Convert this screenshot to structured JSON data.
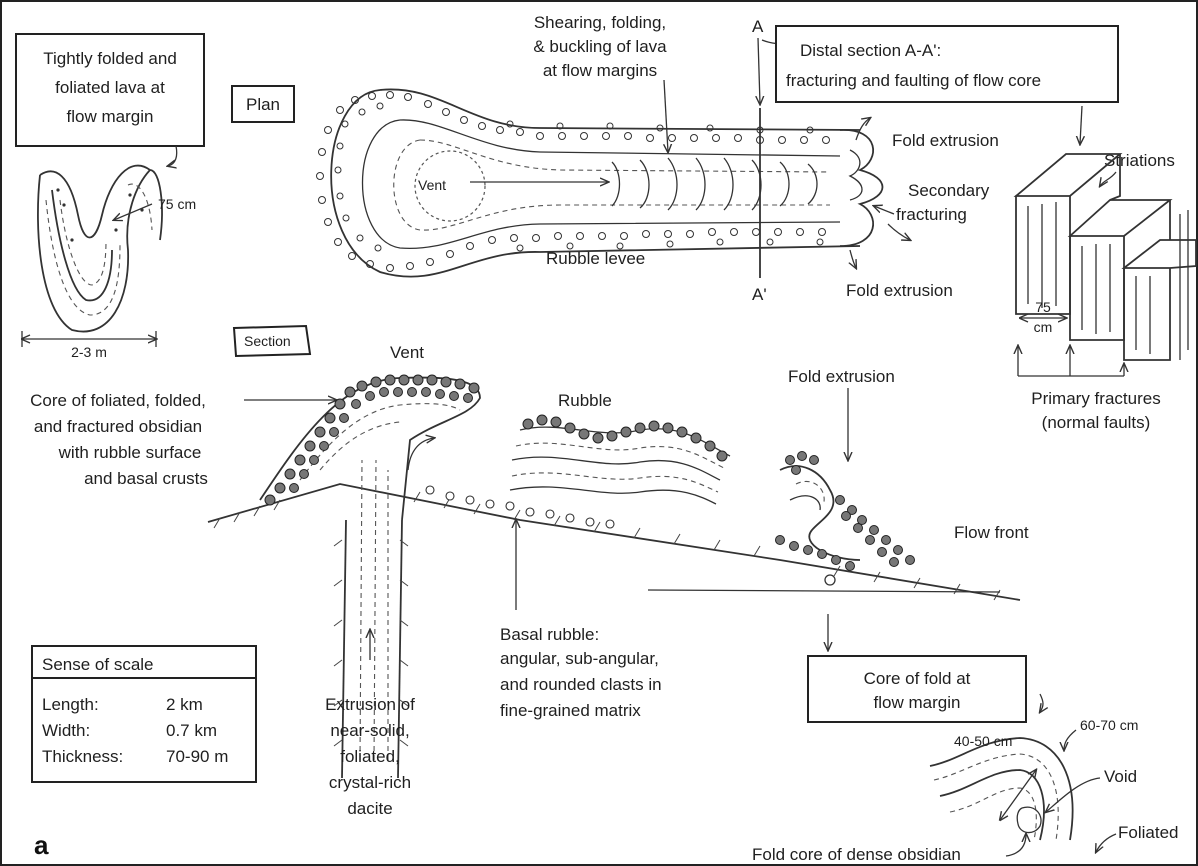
{
  "figure_letter": "a",
  "boxes": {
    "tight_fold": [
      "Tightly folded and",
      "foliated lava at",
      "flow margin"
    ],
    "plan": "Plan",
    "distal": [
      "Distal section A-A':",
      "fracturing and faulting of flow core"
    ],
    "section": "Section",
    "fold_core": [
      "Core of fold at",
      "flow margin"
    ]
  },
  "plan_labels": {
    "shearing": [
      "Shearing, folding,",
      "& buckling of lava",
      "at flow margins"
    ],
    "vent": "Vent",
    "rubble_levee": "Rubble levee",
    "a_top": "A",
    "a_bottom": "A'",
    "fold_extrusion_top": "Fold extrusion",
    "fold_extrusion_bottom": "Fold extrusion",
    "secondary": [
      "Secondary",
      "fracturing"
    ]
  },
  "fold_detail": {
    "size_75": "75 cm",
    "width_range": "2-3 m"
  },
  "distal_detail": {
    "striations": "Striations",
    "size_75": "75",
    "unit_cm": "cm",
    "primary": [
      "Primary fractures",
      "(normal faults)"
    ]
  },
  "section_labels": {
    "vent": "Vent",
    "core": [
      "Core of foliated, folded,",
      "and fractured obsidian",
      "with rubble surface",
      "and basal crusts"
    ],
    "rubble": "Rubble",
    "fold_extrusion": "Fold extrusion",
    "flow_front": "Flow  front",
    "basal_rubble": [
      "Basal rubble:",
      "angular, sub-angular,",
      "and rounded clasts in",
      "fine-grained matrix"
    ],
    "extrusion": [
      "Extrusion of",
      "near-solid,",
      "foliated,",
      "crystal-rich",
      "dacite"
    ]
  },
  "scale": {
    "title": "Sense  of  scale",
    "rows": [
      {
        "label": "Length:",
        "value": "2 km"
      },
      {
        "label": "Width:",
        "value": "0.7 km"
      },
      {
        "label": "Thickness:",
        "value": "70-90 m"
      }
    ]
  },
  "fold_core_detail": {
    "size_a": "60-70 cm",
    "size_b": "40-50 cm",
    "void": "Void",
    "foliated": "Foliated",
    "dense": "Fold core of dense obsidian"
  }
}
